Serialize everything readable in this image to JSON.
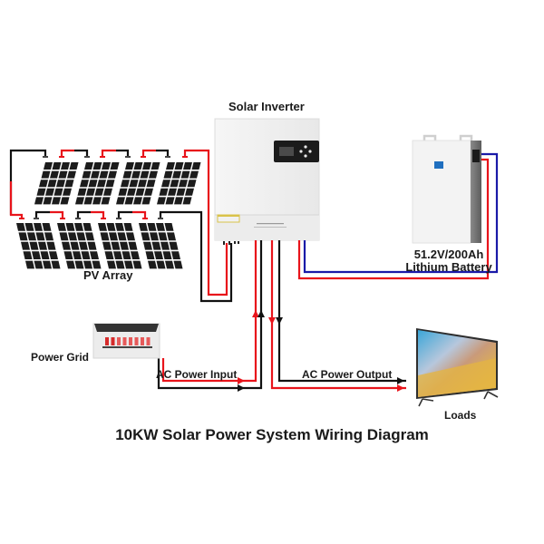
{
  "title": "10KW Solar Power System Wiring Diagram",
  "components": {
    "inverter": {
      "label": "Solar Inverter",
      "icon": "inverter-icon"
    },
    "pv_array": {
      "label": "PV Array",
      "icon": "solar-panel-icon",
      "panel_count": 8,
      "rows": 2,
      "panels_per_row": 4
    },
    "battery": {
      "label_line1": "51.2V/200Ah",
      "label_line2": "Lithium Battery",
      "icon": "battery-icon"
    },
    "grid": {
      "label": "Power Grid",
      "icon": "breaker-panel-icon"
    },
    "loads": {
      "label": "Loads",
      "icon": "tv-icon"
    }
  },
  "connections": {
    "ac_input": {
      "label": "AC Power Input"
    },
    "ac_output": {
      "label": "AC Power Output"
    }
  },
  "colors": {
    "positive_wire": "#e8141b",
    "negative_wire": "#111111",
    "battery_negative_wire": "#1a1aa8",
    "inverter_body": "#f1f1f1",
    "panel_cell": "#1c1c1c",
    "battery_body": "#f4f4f4",
    "text": "#1a1a1a"
  }
}
